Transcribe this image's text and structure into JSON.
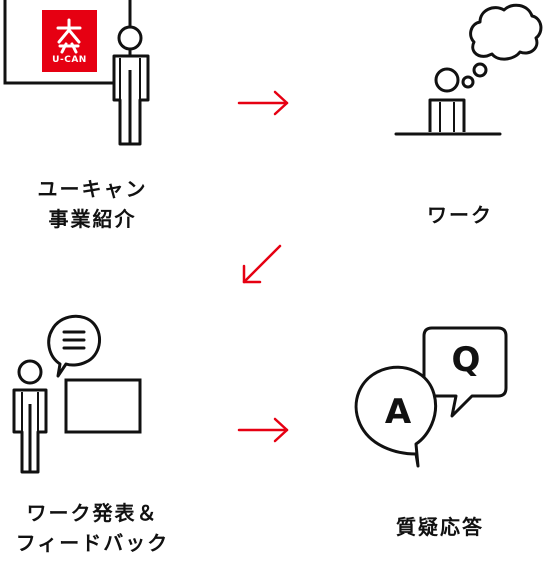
{
  "steps": [
    {
      "id": "intro",
      "label_lines": [
        "ユーキャン",
        "事業紹介"
      ],
      "icon": "presenter-screen-icon",
      "logo_text": "U-CAN"
    },
    {
      "id": "work",
      "label_lines": [
        "ワーク"
      ],
      "icon": "thinking-person-icon"
    },
    {
      "id": "presentation",
      "label_lines": [
        "ワーク発表＆",
        "フィードバック"
      ],
      "icon": "speaker-board-icon"
    },
    {
      "id": "qa",
      "label_lines": [
        "質疑応答"
      ],
      "icon": "qa-bubbles-icon",
      "bubble_a": "A",
      "bubble_q": "Q"
    }
  ],
  "arrows": [
    {
      "from": "intro",
      "to": "work",
      "icon": "arrow-right-icon"
    },
    {
      "from": "work",
      "to": "presentation",
      "icon": "arrow-down-left-icon"
    },
    {
      "from": "presentation",
      "to": "qa",
      "icon": "arrow-right-icon"
    }
  ],
  "colors": {
    "accent": "#e60012",
    "stroke": "#111111",
    "background": "#ffffff"
  }
}
